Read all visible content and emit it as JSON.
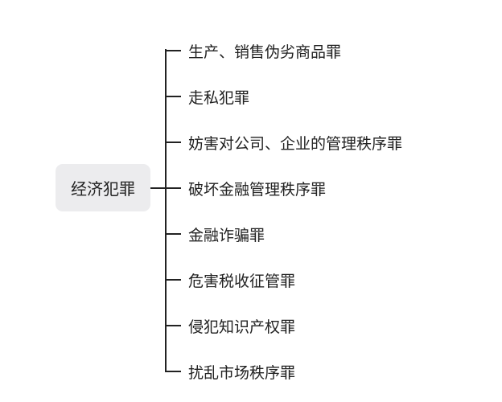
{
  "root": {
    "label": "经济犯罪"
  },
  "branches": [
    {
      "label": "生产、销售伪劣商品罪"
    },
    {
      "label": "走私犯罪"
    },
    {
      "label": "妨害对公司、企业的管理秩序罪"
    },
    {
      "label": "破坏金融管理秩序罪"
    },
    {
      "label": "金融诈骗罪"
    },
    {
      "label": "危害税收征管罪"
    },
    {
      "label": "侵犯知识产权罪"
    },
    {
      "label": "扰乱市场秩序罪"
    }
  ],
  "colors": {
    "root_fill": "#ececee",
    "line": "#222222",
    "text": "#222222"
  }
}
